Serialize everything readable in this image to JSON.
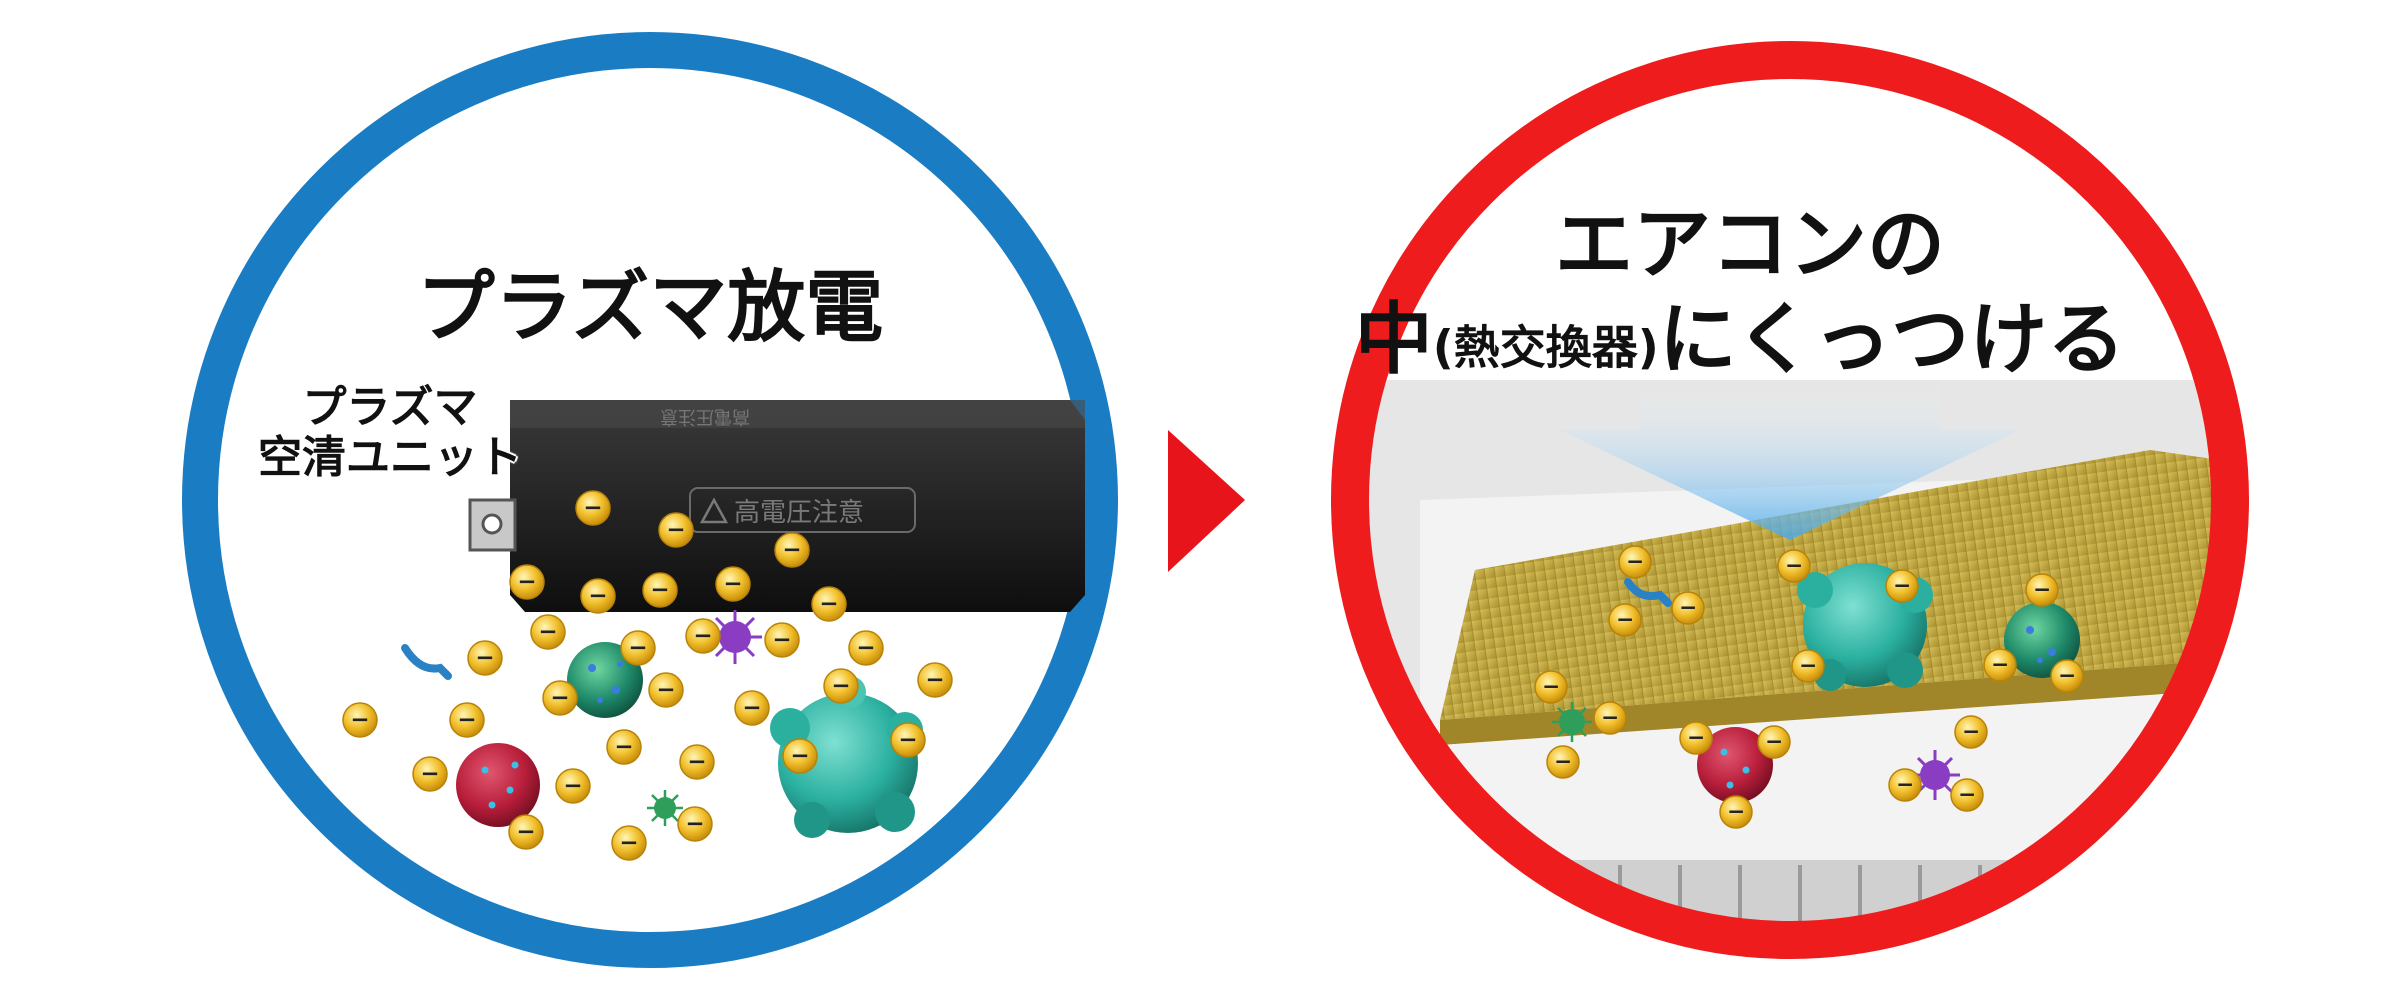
{
  "left_panel": {
    "title": "プラズマ放電",
    "unit_label_line1": "プラズマ",
    "unit_label_line2": "空清ユニット",
    "unit_top_marking": "高電圧注意",
    "unit_side_marking": "高電圧注意",
    "ring_color": "#1a7dc4"
  },
  "arrow": {
    "color": "#e8141b",
    "icon": "right-triangle-arrow"
  },
  "right_panel": {
    "title_line1": "エアコンの",
    "title_line2_main": "中",
    "title_line2_paren": "(熱交換器)",
    "title_line2_tail": "にくっつける",
    "ring_color": "#ee1c1c"
  },
  "ion_symbol": "−",
  "colors": {
    "ion_yellow": "#f2c12e",
    "cluster_teal": "#2bb0a0",
    "cluster_red": "#b81e3a",
    "cluster_purple": "#8a3cc2",
    "heat_exchanger_gold": "#c9b24a"
  }
}
